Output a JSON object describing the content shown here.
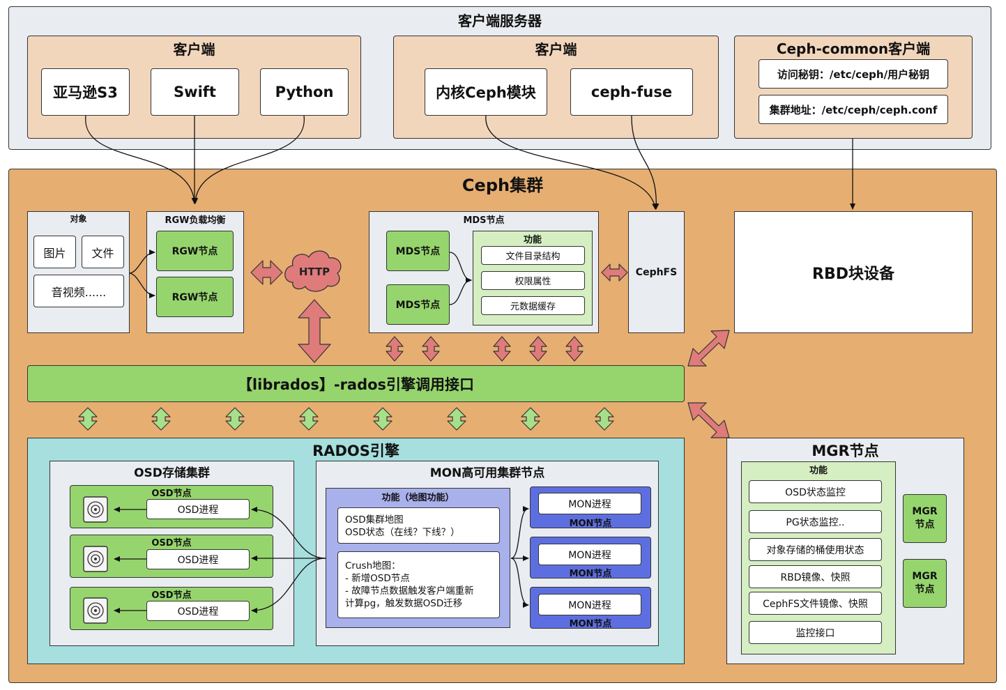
{
  "client_server": {
    "title": "客户端服务器",
    "client_a": {
      "title": "客户端",
      "items": [
        "亚马逊S3",
        "Swift",
        "Python"
      ]
    },
    "client_b": {
      "title": "客户端",
      "items": [
        "内核Ceph模块",
        "ceph-fuse"
      ]
    },
    "ceph_common": {
      "title": "Ceph-common客户端",
      "items": [
        "访问秘钥：/etc/ceph/用户秘钥",
        "集群地址：/etc/ceph/ceph.conf"
      ]
    }
  },
  "cluster": {
    "title": "Ceph集群",
    "objects": {
      "title": "对象",
      "items": [
        "图片",
        "文件",
        "音视频......"
      ]
    },
    "rgw": {
      "title": "RGW负载均衡",
      "nodes": [
        "RGW节点",
        "RGW节点"
      ]
    },
    "http": "HTTP",
    "mds": {
      "title": "MDS节点",
      "nodes": [
        "MDS节点",
        "MDS节点"
      ],
      "func_title": "功能",
      "funcs": [
        "文件目录结构",
        "权限属性",
        "元数据缓存"
      ]
    },
    "cephfs": "CephFS",
    "rbd": "RBD块设备",
    "librados": "【librados】-rados引擎调用接口",
    "rados": {
      "title": "RADOS引擎",
      "osd_cluster": {
        "title": "OSD存储集群",
        "nodes": [
          {
            "title": "OSD节点",
            "process": "OSD进程"
          },
          {
            "title": "OSD节点",
            "process": "OSD进程"
          },
          {
            "title": "OSD节点",
            "process": "OSD进程"
          }
        ]
      },
      "mon_cluster": {
        "title": "MON高可用集群节点",
        "func_title": "功能（地图功能）",
        "map_lines": [
          "OSD集群地图",
          "OSD状态（在线？下线？）"
        ],
        "crush_lines": [
          "Crush地图：",
          "- 新增OSD节点",
          "- 故障节点数据触发客户端重新",
          "计算pg，触发数据OSD迁移"
        ],
        "nodes": [
          {
            "process": "MON进程",
            "title": "MON节点"
          },
          {
            "process": "MON进程",
            "title": "MON节点"
          },
          {
            "process": "MON进程",
            "title": "MON节点"
          }
        ]
      }
    },
    "mgr": {
      "title": "MGR节点",
      "func_title": "功能",
      "funcs": [
        "OSD状态监控",
        "PG状态监控..",
        "对象存储的桶使用状态",
        "RBD镜像、快照",
        "CephFS文件镜像、快照",
        "监控接口"
      ],
      "nodes": [
        "MGR 节点",
        "MGR 节点"
      ]
    }
  },
  "colors": {
    "peach": "#f2d6bc",
    "orange": "#e6ae71",
    "green": "#96d56d",
    "red_arrow": "#e07b7b",
    "teal": "#a7dede",
    "blue": "#5d6fe0"
  },
  "icons": [
    "disk-icon",
    "cloud-icon"
  ]
}
